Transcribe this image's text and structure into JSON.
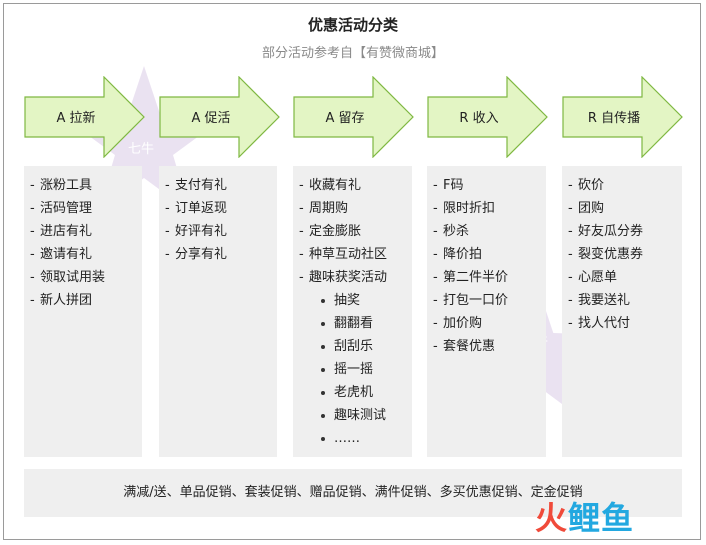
{
  "title": "优惠活动分类",
  "subtitle": "部分活动参考自【有赞微商城】",
  "dash": "-",
  "columns": [
    {
      "label": "A 拉新",
      "items": [
        "涨粉工具",
        "活码管理",
        "进店有礼",
        "邀请有礼",
        "领取试用装",
        "新人拼团"
      ],
      "subitems": []
    },
    {
      "label": "A 促活",
      "items": [
        "支付有礼",
        "订单返现",
        "好评有礼",
        "分享有礼"
      ],
      "subitems": []
    },
    {
      "label": "A 留存",
      "items": [
        "收藏有礼",
        "周期购",
        "定金膨胀",
        "种草互动社区",
        "趣味获奖活动"
      ],
      "subitems": [
        "抽奖",
        "翻翻看",
        "刮刮乐",
        "摇一摇",
        "老虎机",
        "趣味测试",
        "……"
      ]
    },
    {
      "label": "R 收入",
      "items": [
        "F码",
        "限时折扣",
        "秒杀",
        "降价拍",
        "第二件半价",
        "打包一口价",
        "加价购",
        "套餐优惠"
      ],
      "subitems": []
    },
    {
      "label": "R 自传播",
      "items": [
        "砍价",
        "团购",
        "好友瓜分券",
        "裂变优惠券",
        "心愿单",
        "我要送礼",
        "找人代付"
      ],
      "subitems": []
    }
  ],
  "bottom_text": "满减/送、单品促销、套装促销、赠品促销、满件促销、多买优惠促销、定金促销",
  "watermark": "七牛",
  "logo": {
    "part1": "火",
    "part2": "鲤鱼"
  },
  "colors": {
    "arrow_fill": "#e3f5c4",
    "arrow_stroke": "#7fb842",
    "column_bg": "#efefef",
    "star": "#e6ddef"
  }
}
